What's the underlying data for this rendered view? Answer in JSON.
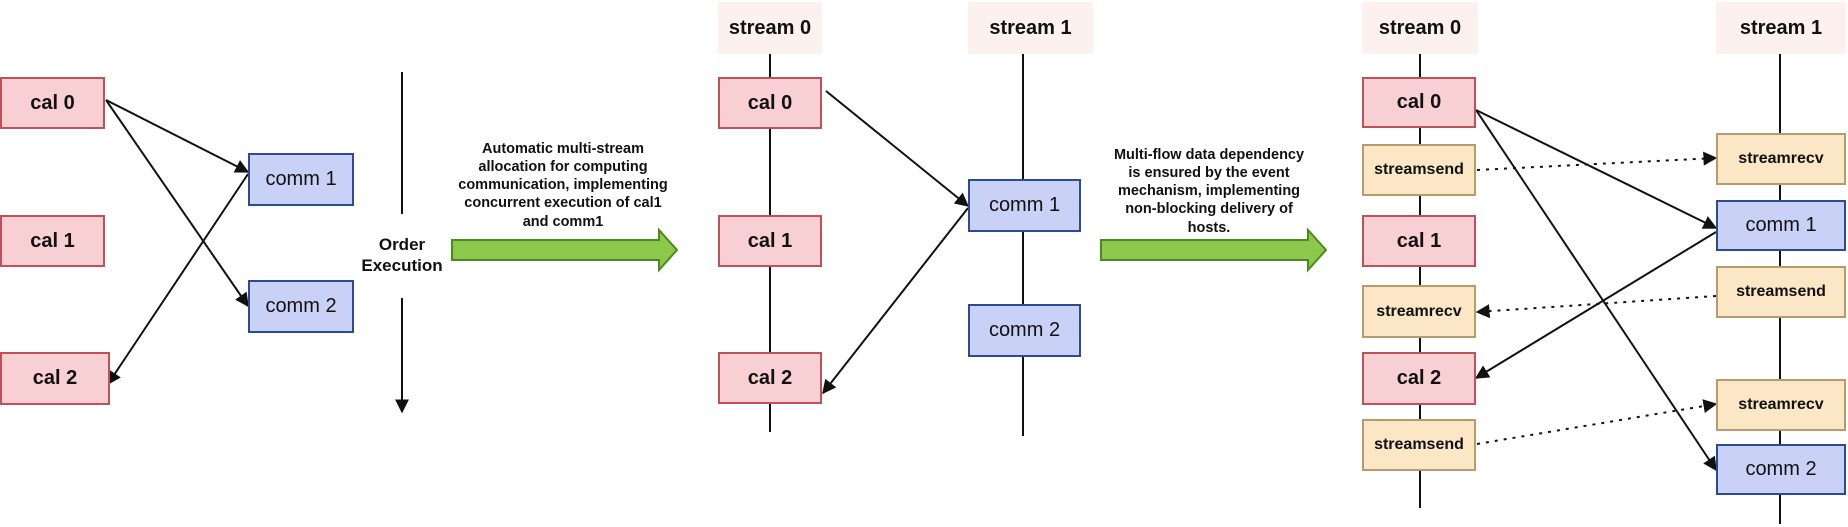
{
  "phase1": {
    "cal0": "cal 0",
    "cal1": "cal 1",
    "cal2": "cal 2",
    "comm1": "comm 1",
    "comm2": "comm 2",
    "order_label_line1": "Order",
    "order_label_line2": "Execution"
  },
  "arrow1_caption": [
    "Automatic multi-stream",
    "allocation for computing",
    "communication, implementing",
    "concurrent execution of cal1",
    "and comm1"
  ],
  "phase2": {
    "stream0_header": "stream 0",
    "stream1_header": "stream 1",
    "cal0": "cal 0",
    "cal1": "cal 1",
    "cal2": "cal 2",
    "comm1": "comm 1",
    "comm2": "comm 2"
  },
  "arrow2_caption": [
    "Multi-flow data dependency",
    "is ensured by the event",
    "mechanism, implementing",
    "non-blocking delivery of",
    "hosts."
  ],
  "phase3": {
    "stream0_header": "stream 0",
    "stream1_header": "stream 1",
    "cal0": "cal 0",
    "streamsend_a": "streamsend",
    "cal1": "cal 1",
    "streamrecv_a": "streamrecv",
    "cal2": "cal 2",
    "streamsend_b": "streamsend",
    "streamrecv_b": "streamrecv",
    "comm1": "comm 1",
    "streamsend_c": "streamsend",
    "streamrecv_c": "streamrecv",
    "comm2": "comm 2"
  },
  "colors": {
    "cal_fill": "#f8cfd3",
    "cal_border": "#c0505a",
    "comm_fill": "#c9d2f6",
    "comm_border": "#2c4a96",
    "event_fill": "#fbe6c6",
    "event_border": "#b79a6e",
    "header_fill": "#fdf1ef",
    "big_arrow_fill": "#8cc84b",
    "big_arrow_border": "#4d8a1d"
  }
}
